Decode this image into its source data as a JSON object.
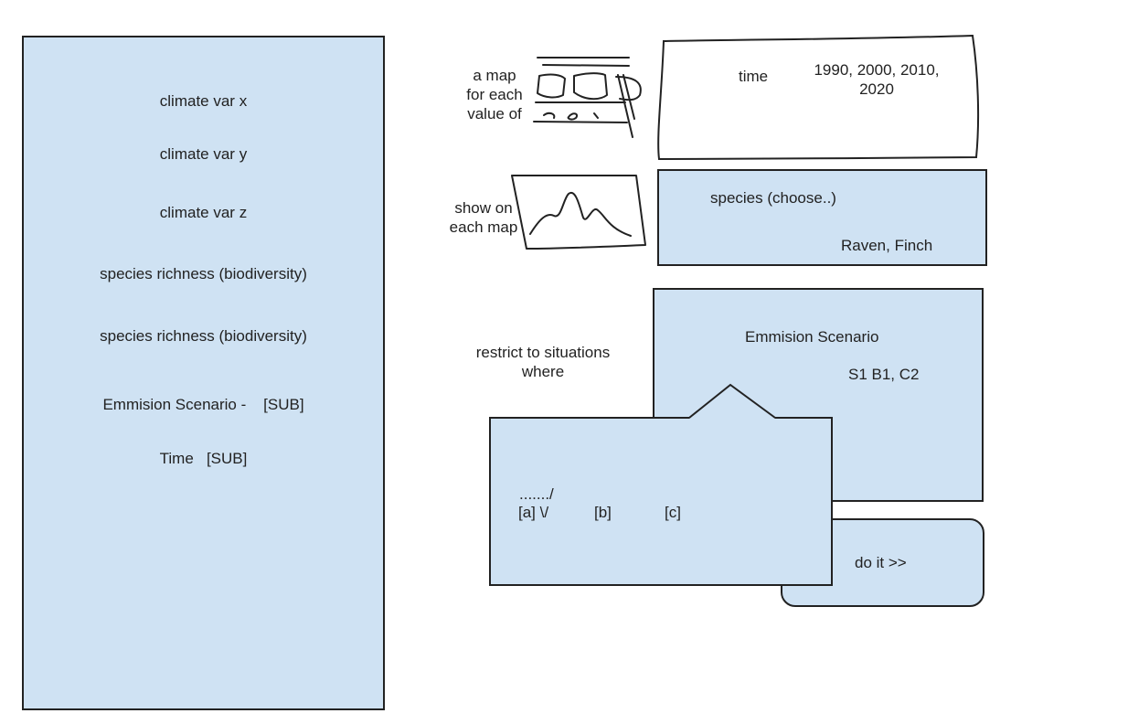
{
  "left_panel": {
    "items": [
      "climate var x",
      "climate var y",
      "climate var z",
      "species richness (biodiversity)",
      "species richness (biodiversity)",
      "Emmision Scenario -    [SUB]",
      "Time   [SUB]"
    ]
  },
  "map_note": {
    "lines": [
      "a map",
      "for each",
      "value of"
    ]
  },
  "time_panel": {
    "label": "time",
    "values_line1": "1990, 2000, 2010,",
    "values_line2": "2020"
  },
  "show_note": {
    "lines": [
      "show on",
      "each map"
    ]
  },
  "species_panel": {
    "label": "species (choose..)",
    "values": "Raven, Finch"
  },
  "restrict_note": {
    "lines": [
      "restrict to situations",
      "where"
    ]
  },
  "emission_panel": {
    "label": "Emmision Scenario",
    "values": "S1 B1, C2"
  },
  "restrict_panel": {
    "dots": "......./",
    "option_a": "[a] \\/",
    "option_b": "[b]",
    "option_c": "[c]"
  },
  "doit_button": {
    "label": "do it >>"
  },
  "colors": {
    "panel_fill": "#cfe2f3",
    "stroke": "#222222"
  }
}
